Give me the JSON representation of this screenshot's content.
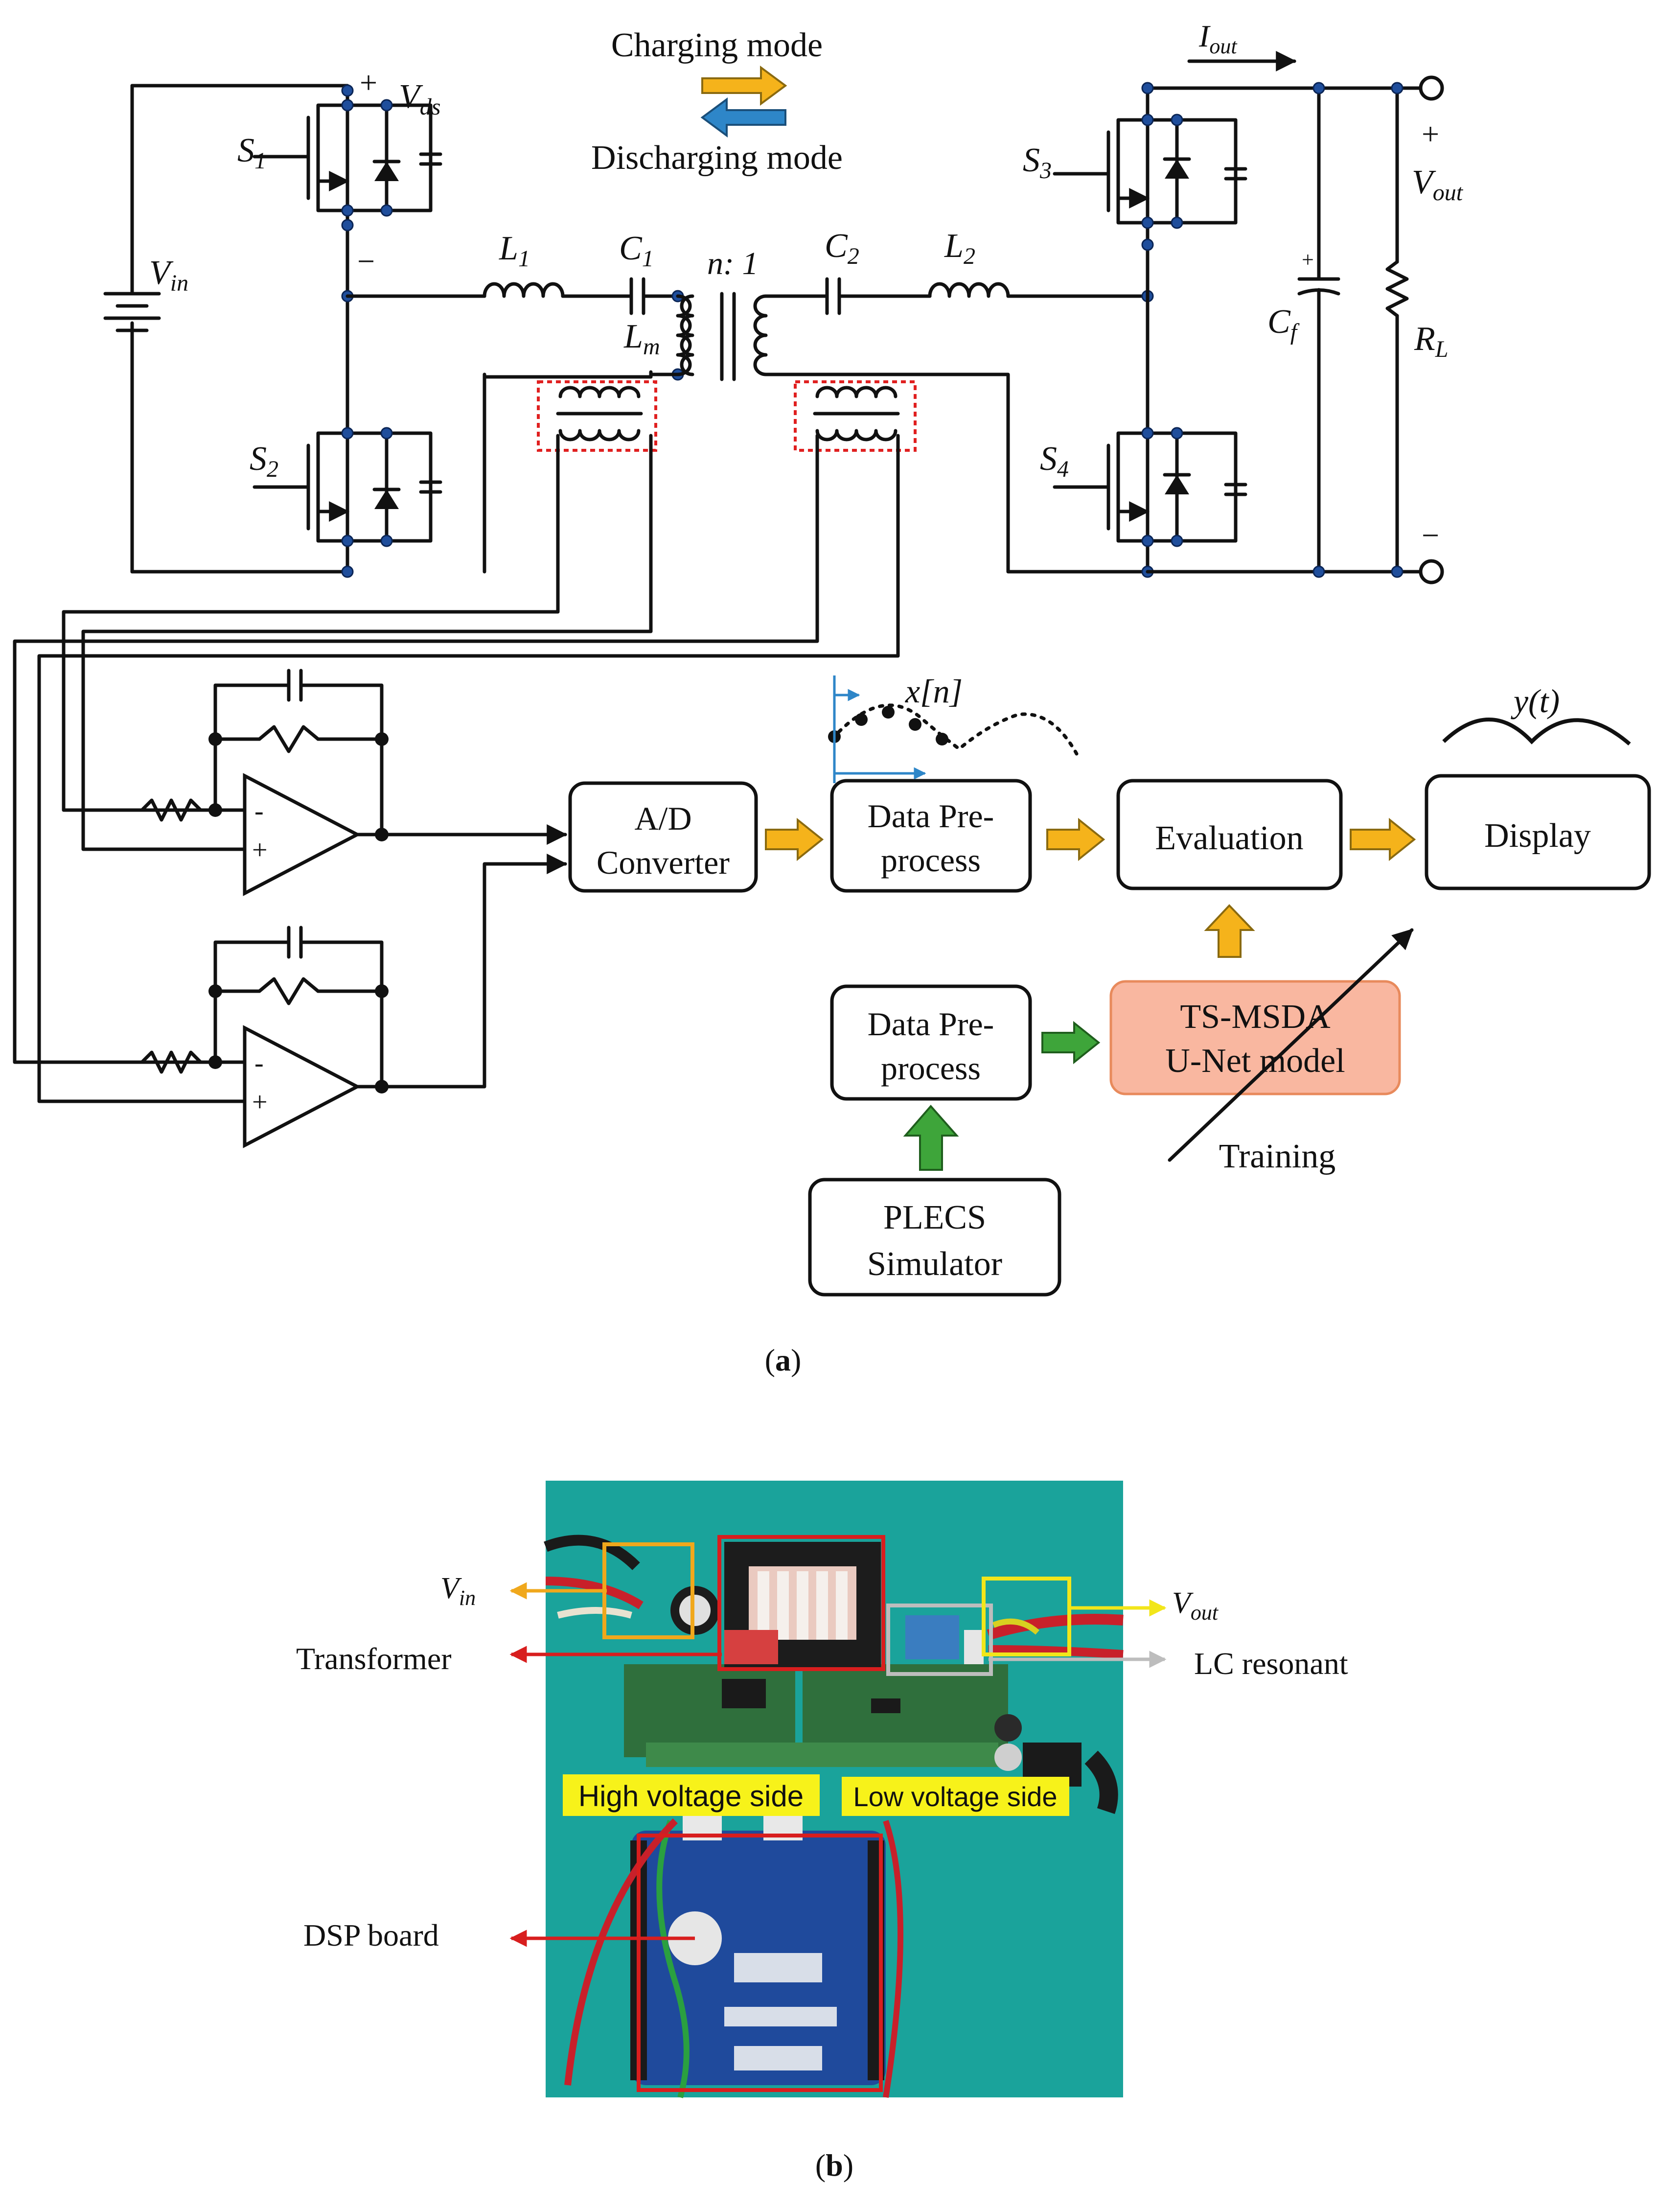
{
  "legend": {
    "charging": "Charging mode",
    "discharging": "Discharging mode",
    "charging_color": "#f5b31b",
    "discharging_color": "#2e86c8"
  },
  "circuit": {
    "vin": "V",
    "vin_sub": "in",
    "s1": "S",
    "s1_sub": "1",
    "s2": "S",
    "s2_sub": "2",
    "s3": "S",
    "s3_sub": "3",
    "s4": "S",
    "s4_sub": "4",
    "vds": "V",
    "vds_sub": "ds",
    "plus": "+",
    "minus": "−",
    "l1": "L",
    "l1_sub": "1",
    "c1": "C",
    "c1_sub": "1",
    "lm": "L",
    "lm_sub": "m",
    "ratio": "n: 1",
    "c2": "C",
    "c2_sub": "2",
    "l2": "L",
    "l2_sub": "2",
    "iout": "I",
    "iout_sub": "out",
    "vout": "V",
    "vout_sub": "out",
    "cf": "C",
    "cf_sub": "f",
    "rl": "R",
    "rl_sub": "L",
    "opamp_minus": "-",
    "opamp_plus": "+"
  },
  "blocks": {
    "adc": [
      "A/D",
      "Converter"
    ],
    "preprocess_top": [
      "Data Pre-",
      "process"
    ],
    "evaluation": "Evaluation",
    "display": "Display",
    "preprocess_bottom": [
      "Data Pre-",
      "process"
    ],
    "model": [
      "TS-MSDA",
      "U-Net model"
    ],
    "simulator": [
      "PLECS",
      "Simulator"
    ],
    "training": "Training",
    "signal_xn": "x[n]",
    "signal_yt": "y(t)",
    "model_color": "#f9b7a0",
    "arrow_orange": "#f5b31b",
    "arrow_green": "#3ea53a"
  },
  "captions": {
    "a": "a",
    "b": "b"
  },
  "photo": {
    "labels": {
      "vin": "V",
      "vin_sub": "in",
      "transformer": "Transformer",
      "dsp": "DSP board",
      "vout": "V",
      "vout_sub": "out",
      "lc": "LC resonant",
      "high_side": "High voltage side",
      "low_side": "Low voltage side"
    },
    "colors": {
      "background": "#1aa39b",
      "vin_box": "#f0a81c",
      "transformer_box": "#d81e1e",
      "vout_box": "#f2e61a",
      "lc_box": "#bdbdbd",
      "dsp_box": "#d81e1e",
      "side_label_bg": "#f7f21a"
    }
  }
}
